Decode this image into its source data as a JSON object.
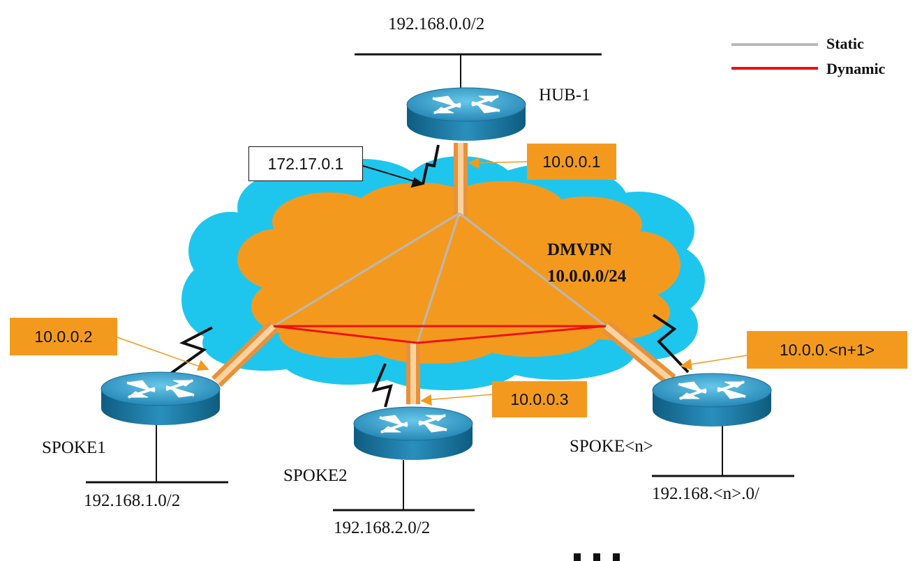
{
  "hub": {
    "network": "192.168.0.0/2",
    "name": "HUB-1",
    "tunnel_ip": "10.0.0.1",
    "public_ip": "172.17.0.1"
  },
  "cloud": {
    "title": "DMVPN",
    "subnet": "10.0.0.0/24"
  },
  "spokes": [
    {
      "name": "SPOKE1",
      "network": "192.168.1.0/2",
      "tunnel_ip": "10.0.0.2"
    },
    {
      "name": "SPOKE2",
      "network": "192.168.2.0/2",
      "tunnel_ip": "10.0.0.3"
    },
    {
      "name": "SPOKE<n>",
      "network": "192.168.<n>.0/",
      "tunnel_ip": "10.0.0.<n+1>"
    }
  ],
  "legend": {
    "static_label": "Static",
    "dynamic_label": "Dynamic"
  },
  "ellipsis": "...",
  "colors": {
    "cloud_outer": "#1ec6ee",
    "cloud_inner": "#f39a1e",
    "static_line": "#b8b8b8",
    "dynamic_line": "#ee1111",
    "tunnel_pipe": "#f5b46a",
    "router_body": "#1a7aa6",
    "router_top": "#3aa9d6",
    "label_box": "#f39a1e"
  }
}
